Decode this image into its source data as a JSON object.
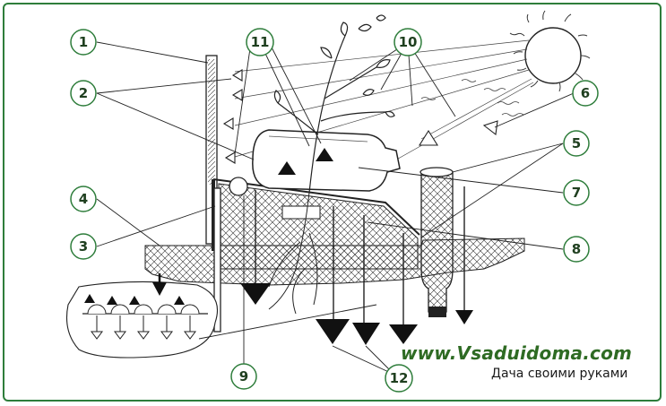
{
  "labels": {
    "l1": "1",
    "l2": "2",
    "l3": "3",
    "l4": "4",
    "l5": "5",
    "l6": "6",
    "l7": "7",
    "l8": "8",
    "l9": "9",
    "l10": "10",
    "l11": "11",
    "l12": "12"
  },
  "watermark": {
    "site": "www.Vsaduidoma.com",
    "tagline": "Дача своими руками"
  },
  "colors": {
    "frame": "#2e7d3b",
    "circle_fill": "#ffffff",
    "circle_stroke": "#2e7d3b",
    "ink": "#1a1a1a",
    "watermark": "#2e6b23"
  }
}
